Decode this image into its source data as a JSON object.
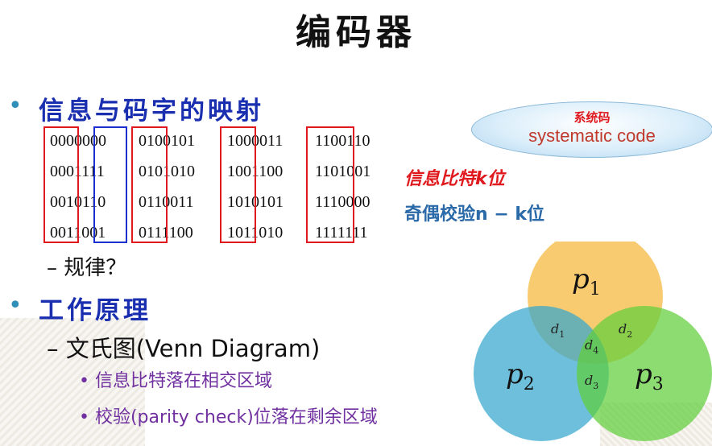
{
  "title": "编码器",
  "section1": {
    "heading": "信息与码字的映射",
    "codes": [
      [
        "0000000",
        "0100101",
        "1000011",
        "1100110"
      ],
      [
        "0001111",
        "0101010",
        "1001100",
        "1101001"
      ],
      [
        "0010110",
        "0110011",
        "1010101",
        "1110000"
      ],
      [
        "0011001",
        "0111100",
        "1011010",
        "1111111"
      ]
    ],
    "question": "–  规律？"
  },
  "systematic": {
    "cn": "系统码",
    "en": "systematic code"
  },
  "info_bits": "信息比特k位",
  "parity_bits": "奇偶校验n − k位",
  "section2": {
    "heading": "工作原理",
    "venn_line": "–  文氏图(Venn Diagram)",
    "point1": "• 信息比特落在相交区域",
    "point2": "• 校验(parity check)位落在剩余区域"
  },
  "venn": {
    "p1": "p",
    "p1_sub": "1",
    "p2": "p",
    "p2_sub": "2",
    "p3": "p",
    "p3_sub": "3",
    "d1": "d",
    "d1_sub": "1",
    "d2": "d",
    "d2_sub": "2",
    "d3": "d",
    "d3_sub": "3",
    "d4": "d",
    "d4_sub": "4",
    "colors": {
      "p1": "#f5b942",
      "p2": "#35a6cf",
      "p3": "#5fcf3c"
    }
  },
  "colors": {
    "heading": "#1a2fb0",
    "accent_red": "#e0191e",
    "accent_blue": "#1b2fd0",
    "purple": "#7030a0"
  }
}
